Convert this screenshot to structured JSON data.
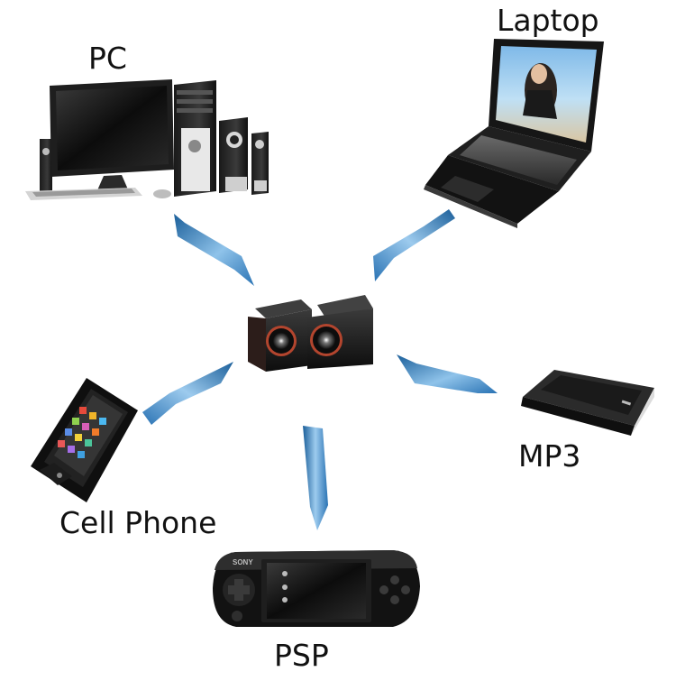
{
  "labels": {
    "pc": "PC",
    "laptop": "Laptop",
    "mp3": "MP3",
    "cell_phone": "Cell Phone",
    "psp": "PSP"
  },
  "device_brand_marks": {
    "psp": "SONY"
  },
  "colors": {
    "arrow_dark": "#1b5f9a",
    "arrow_light": "#8fc3ea",
    "device_black": "#141414",
    "speaker_ring": "#b3452e"
  }
}
